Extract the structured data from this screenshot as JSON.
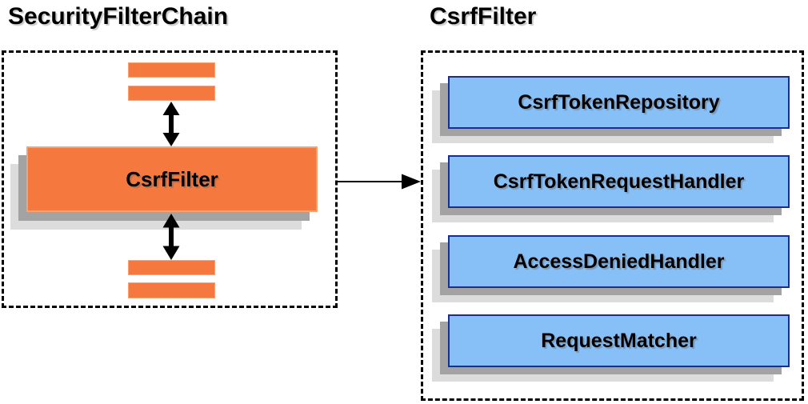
{
  "diagram": {
    "left_panel": {
      "title": "SecurityFilterChain",
      "csrf_filter_box_label": "CsrfFilter"
    },
    "right_panel": {
      "title": "CsrfFilter",
      "components": [
        {
          "label": "CsrfTokenRepository"
        },
        {
          "label": "CsrfTokenRequestHandler"
        },
        {
          "label": "AccessDeniedHandler"
        },
        {
          "label": "RequestMatcher"
        }
      ]
    },
    "icons": {
      "vertical_arrows": "double-headed-arrow",
      "horizontal_arrow": "right-arrow"
    },
    "colors": {
      "orange_fill": "#f5793f",
      "orange_border": "#f9a171",
      "blue_fill": "#87bff7",
      "blue_border": "#1b2d91",
      "shadow_gray": "#a3a3a3",
      "shadow_light": "#dcdcdc",
      "text": "#000000",
      "background": "#ffffff"
    }
  }
}
